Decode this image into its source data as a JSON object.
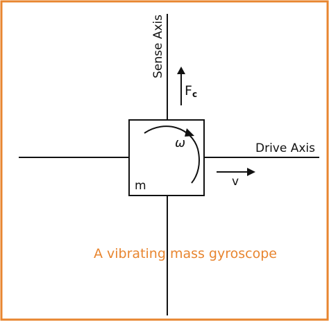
{
  "diagram": {
    "sense_axis_label": "Sense Axis",
    "drive_axis_label": "Drive Axis",
    "coriolis_force_label": "F",
    "coriolis_force_subscript": "c",
    "angular_rate_label": "ω",
    "velocity_label": "v",
    "mass_label": "m",
    "caption": "A vibrating mass gyroscope"
  },
  "colors": {
    "frame_border": "#e8852f",
    "caption": "#e8852f",
    "lines": "#111111"
  }
}
